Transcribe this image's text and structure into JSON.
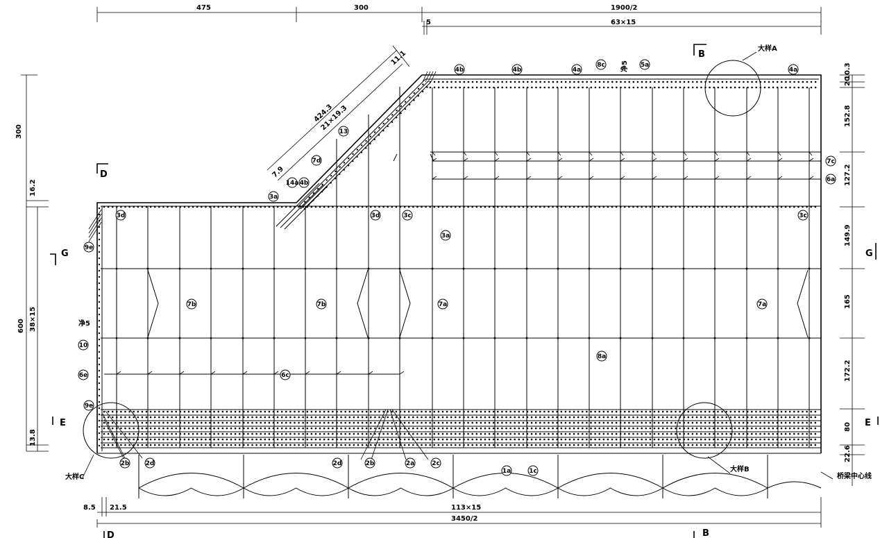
{
  "dimensions": {
    "top": [
      "475",
      "300",
      "1900/2",
      "5",
      "63×15"
    ],
    "bottom": [
      "8.5",
      "21.5",
      "113×15",
      "3450/2"
    ],
    "left": [
      "300",
      "16.2",
      "600",
      "38×15",
      "13.8"
    ],
    "right": [
      "10.3",
      "20",
      "152.8",
      "127.2",
      "149.9",
      "165",
      "172.2",
      "80",
      "22.6"
    ],
    "diagonal": [
      "424.3",
      "21×19.3",
      "11.1",
      "7.9"
    ],
    "clear_cover": [
      "净5",
      "净5"
    ]
  },
  "section_marks": {
    "B": "B",
    "D": "D",
    "G": "G",
    "E": "E"
  },
  "detail_labels": {
    "A": "大样A",
    "B": "大样B",
    "C": "大样C"
  },
  "centerline_label": "桥梁中心线",
  "callouts": [
    "4b",
    "4b",
    "4a",
    "8c",
    "5a",
    "4a",
    "13",
    "7d",
    "7c",
    "6a",
    "14a",
    "4b",
    "3a",
    "3d",
    "3d",
    "3c",
    "3c",
    "3a",
    "9e",
    "7b",
    "7b",
    "7a",
    "7a",
    "8a",
    "10",
    "6e",
    "6c",
    "9e",
    "2b",
    "2d",
    "2d",
    "2b",
    "2a",
    "2c",
    "1a",
    "1c"
  ]
}
